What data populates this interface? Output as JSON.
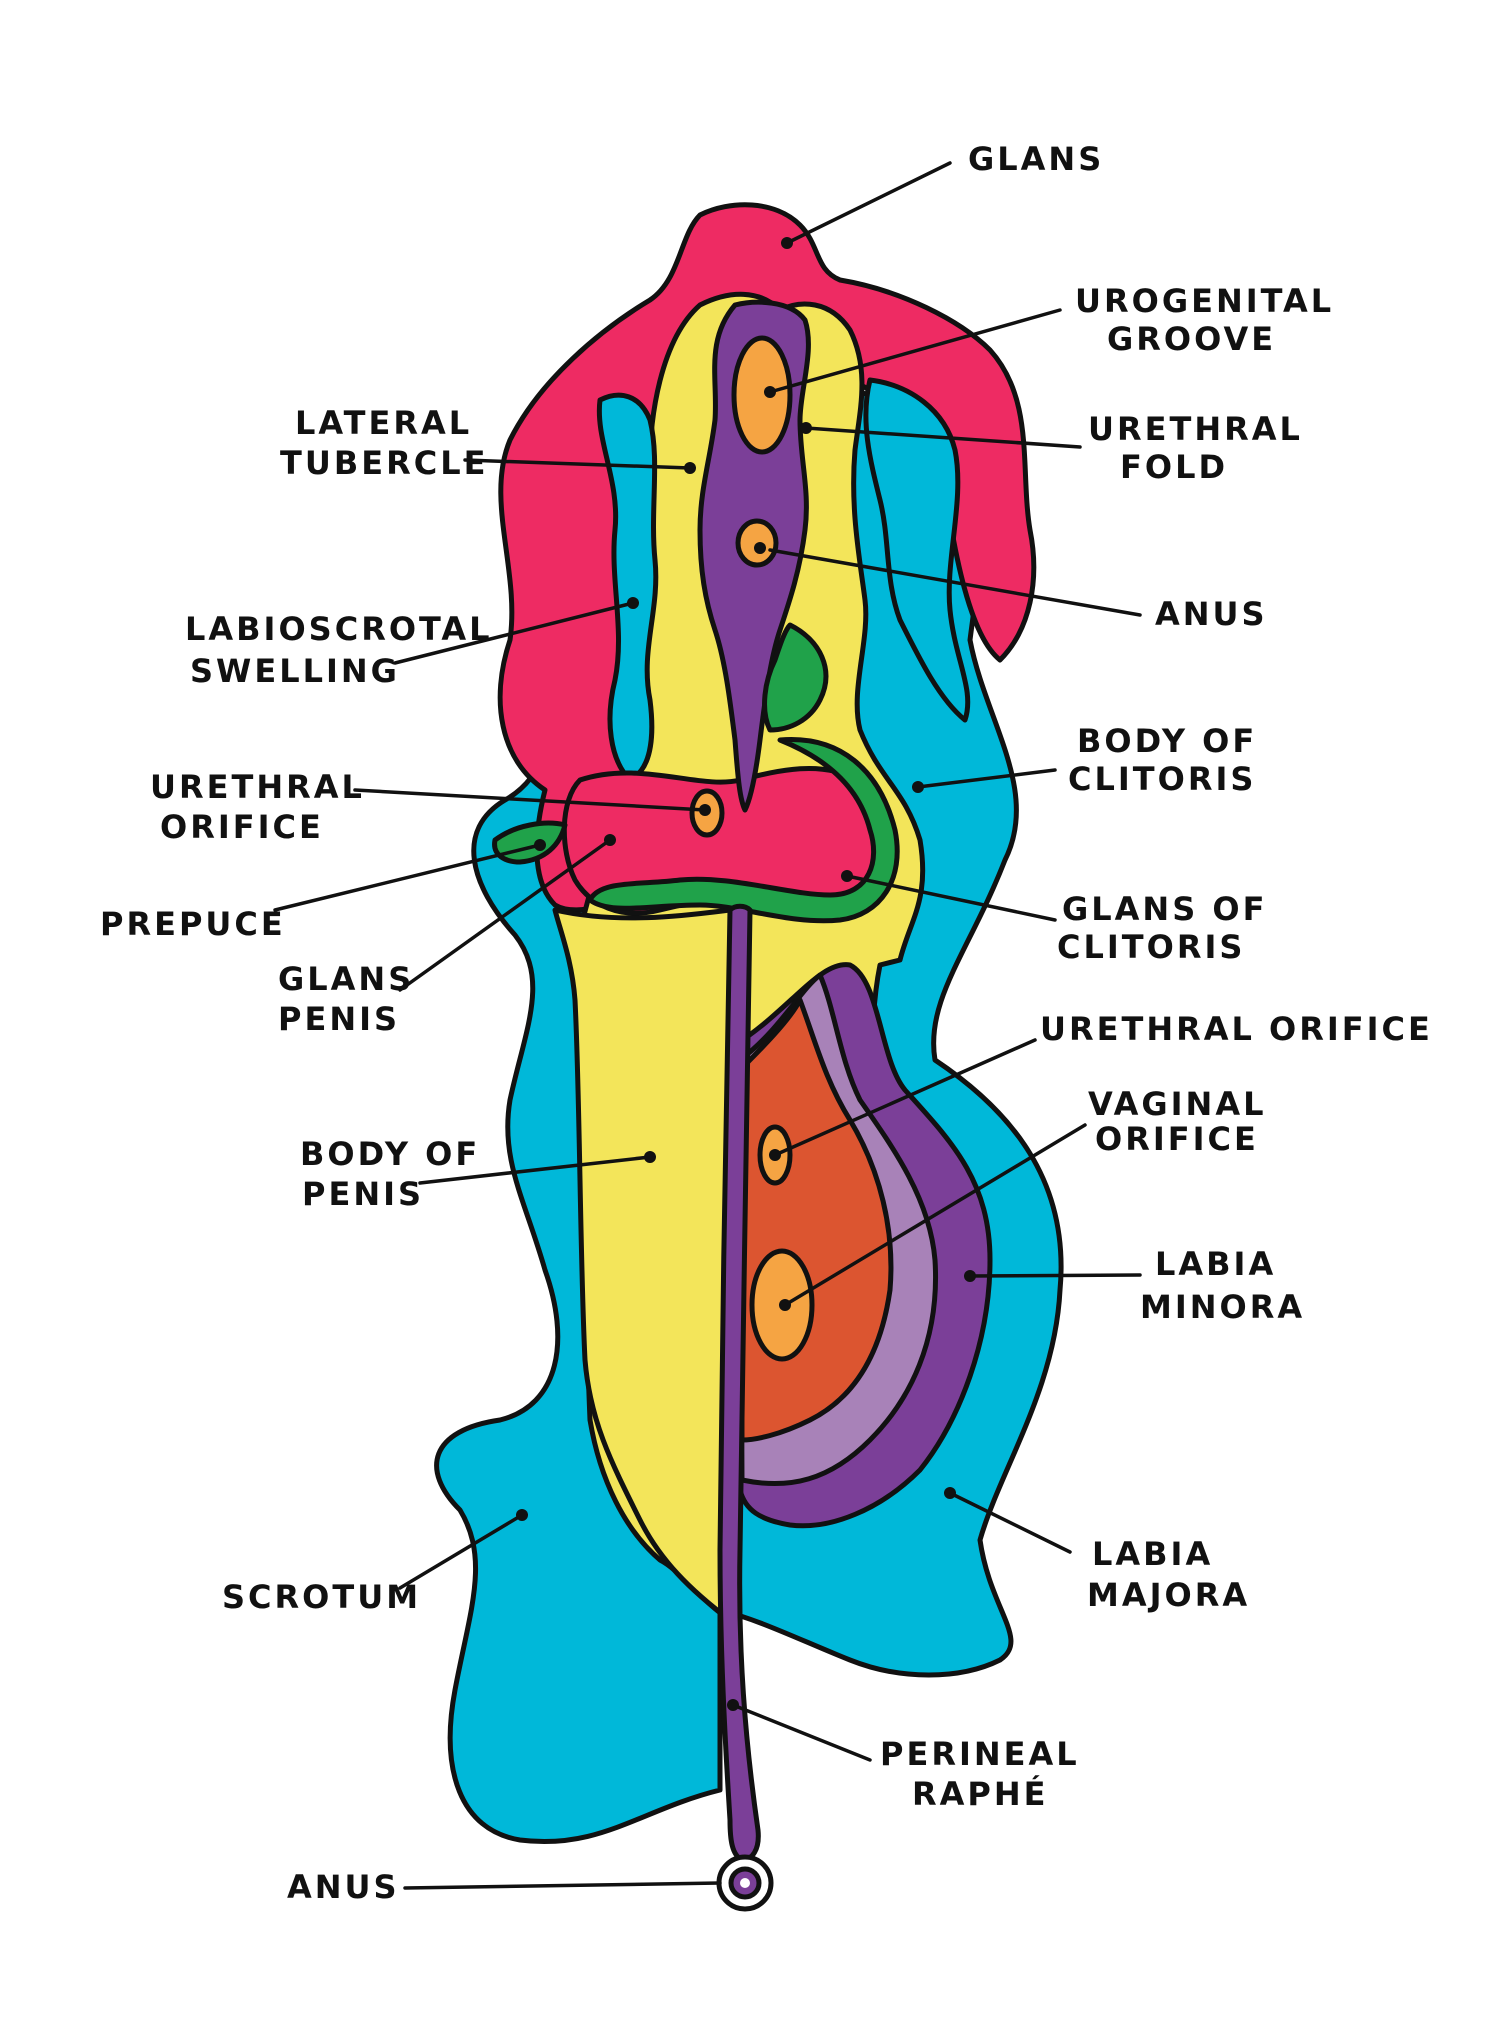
{
  "colors": {
    "background": "#ffffff",
    "outline": "#111111",
    "cyan": "#00b8d9",
    "magenta": "#ee2b63",
    "yellow": "#f3e55a",
    "purple": "#7b3f98",
    "light_purple": "#a882b8",
    "orange": "#f5a443",
    "red_orange": "#dc5530",
    "green": "#20a24a"
  },
  "labels": {
    "glans": "GLANS",
    "urogenital_groove_1": "UROGENITAL",
    "urogenital_groove_2": "GROOVE",
    "urethral_fold_1": "URETHRAL",
    "urethral_fold_2": "FOLD",
    "lateral_tubercle_1": "LATERAL",
    "lateral_tubercle_2": "TUBERCLE",
    "anus_top": "ANUS",
    "labioscrotal_swelling_1": "LABIOSCROTAL",
    "labioscrotal_swelling_2": "SWELLING",
    "body_of_clitoris_1": "BODY OF",
    "body_of_clitoris_2": "CLITORIS",
    "urethral_orifice_left_1": "URETHRAL",
    "urethral_orifice_left_2": "ORIFICE",
    "prepuce": "PREPUCE",
    "glans_of_clitoris_1": "GLANS OF",
    "glans_of_clitoris_2": "CLITORIS",
    "glans_penis_1": "GLANS",
    "glans_penis_2": "PENIS",
    "urethral_orifice_right": "URETHRAL ORIFICE",
    "vaginal_orifice_1": "VAGINAL",
    "vaginal_orifice_2": "ORIFICE",
    "body_of_penis_1": "BODY OF",
    "body_of_penis_2": "PENIS",
    "labia_minora_1": "LABIA",
    "labia_minora_2": "MINORA",
    "scrotum": "SCROTUM",
    "labia_majora_1": "LABIA",
    "labia_majora_2": "MAJORA",
    "perineal_raphe_1": "PERINEAL",
    "perineal_raphe_2": "RAPHÉ",
    "anus_bottom": "ANUS"
  }
}
